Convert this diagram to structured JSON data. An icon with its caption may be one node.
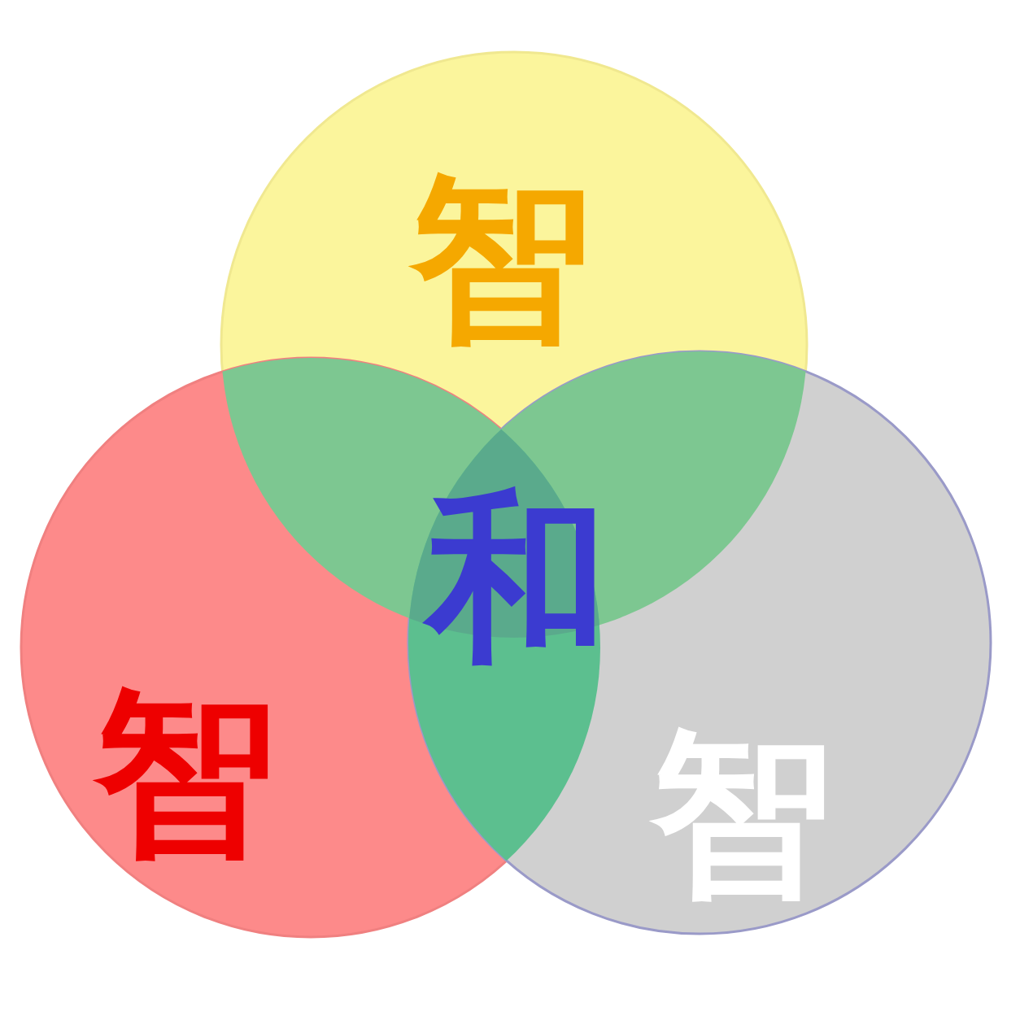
{
  "diagram": {
    "nodes": [
      {
        "text": [
          "智"
        ]
      },
      {
        "text": [
          "智"
        ]
      },
      {
        "text": [
          "智"
        ]
      }
    ],
    "labels": [
      "和"
    ]
  }
}
